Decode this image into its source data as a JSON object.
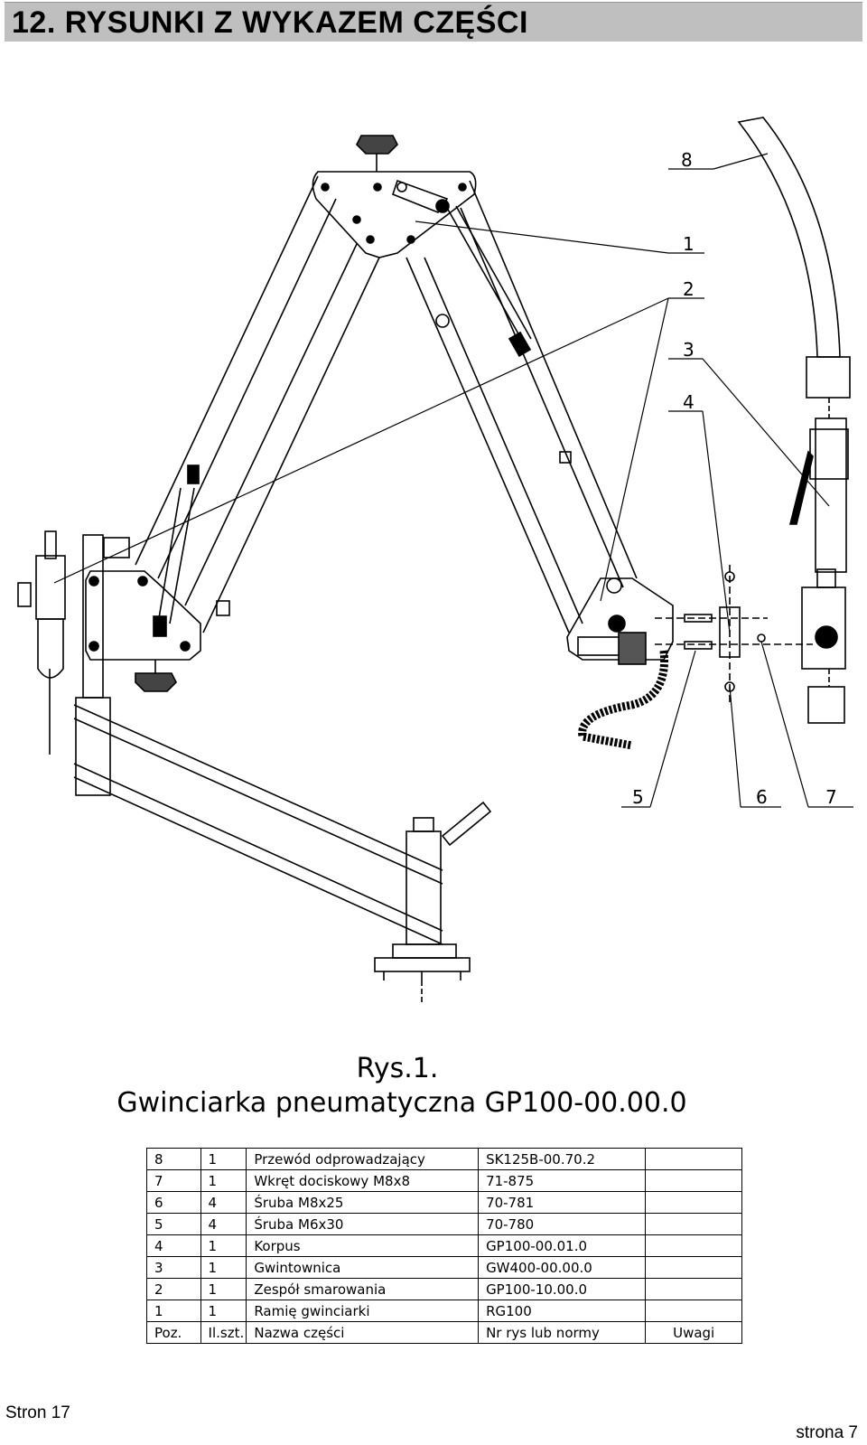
{
  "header": {
    "title": "12. RYSUNKI Z WYKAZEM CZĘŚCI"
  },
  "drawing": {
    "callouts": [
      "8",
      "1",
      "2",
      "3",
      "4",
      "5",
      "6",
      "7"
    ]
  },
  "caption": {
    "figure": "Rys.1.",
    "name": "Gwinciarka pneumatyczna GP100-00.00.0"
  },
  "parts_table": {
    "rows": [
      [
        "8",
        "1",
        "Przewód odprowadzający",
        "SK125B-00.70.2",
        ""
      ],
      [
        "7",
        "1",
        "Wkręt dociskowy M8x8",
        "71-875",
        ""
      ],
      [
        "6",
        "4",
        "Śruba M8x25",
        "70-781",
        ""
      ],
      [
        "5",
        "4",
        "Śruba M6x30",
        "70-780",
        ""
      ],
      [
        "4",
        "1",
        "Korpus",
        "GP100-00.01.0",
        ""
      ],
      [
        "3",
        "1",
        "Gwintownica",
        "GW400-00.00.0",
        ""
      ],
      [
        "2",
        "1",
        "Zespół smarowania",
        "GP100-10.00.0",
        ""
      ],
      [
        "1",
        "1",
        "Ramię gwinciarki",
        "RG100",
        ""
      ]
    ],
    "header": [
      "Poz.",
      "Il.szt.",
      "Nazwa części",
      "Nr rys lub normy",
      "Uwagi"
    ]
  },
  "footer": {
    "left": "Stron 17",
    "right": "strona 7"
  }
}
